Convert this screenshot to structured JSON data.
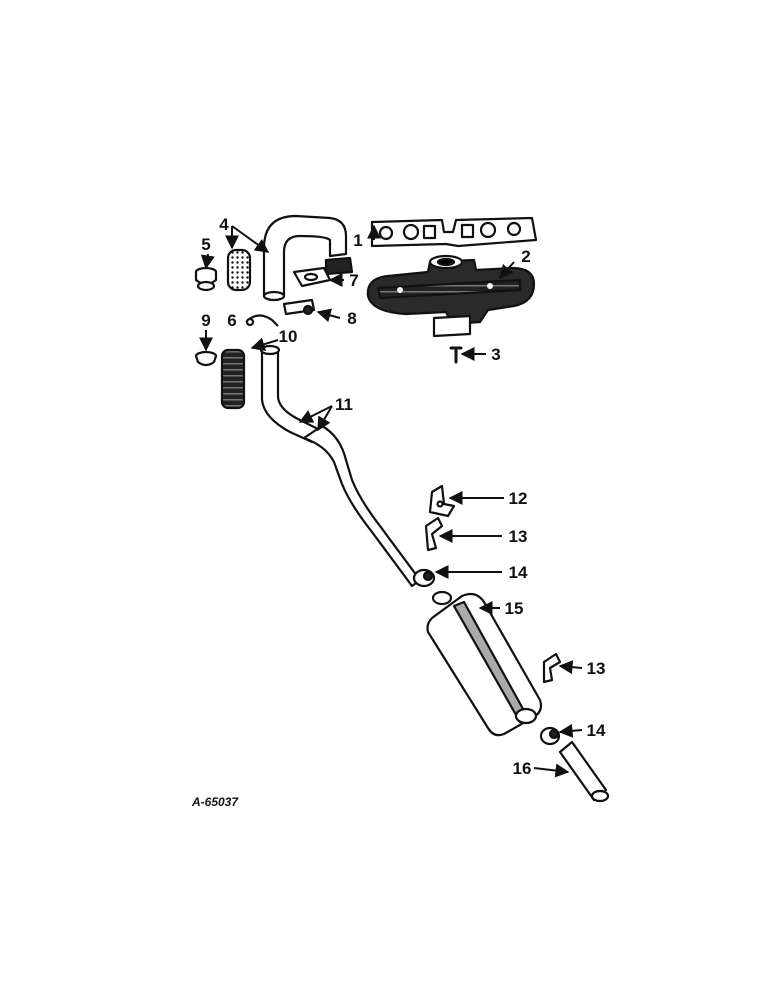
{
  "callouts": {
    "c1": "1",
    "c2": "2",
    "c3": "3",
    "c4": "4",
    "c5": "5",
    "c6": "6",
    "c7": "7",
    "c8": "8",
    "c9": "9",
    "c10": "10",
    "c11": "11",
    "c12": "12",
    "c13a": "13",
    "c13b": "13",
    "c14a": "14",
    "c14b": "14",
    "c15": "15",
    "c16": "16"
  },
  "figure_id": "A-65037",
  "colors": {
    "ink": "#111111",
    "paper": "#ffffff"
  }
}
